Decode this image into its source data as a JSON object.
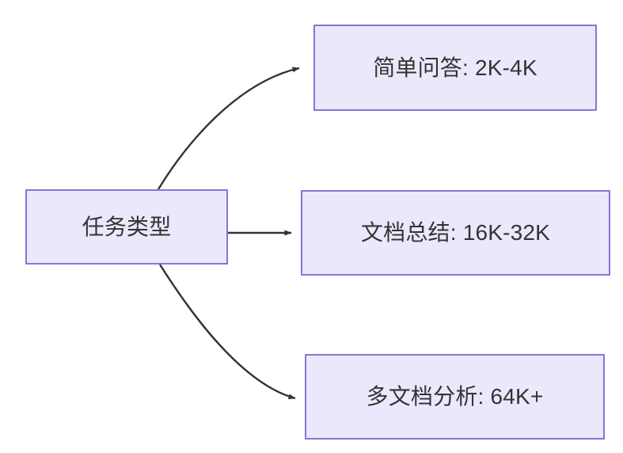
{
  "diagram": {
    "type": "flowchart",
    "direction": "left-to-right",
    "background_color": "#ffffff",
    "node_fill_color": "#eae8fb",
    "node_border_color": "#8d70d8",
    "node_text_color": "#333333",
    "edge_color": "#333333",
    "nodes": [
      {
        "id": "root",
        "label": "任务类型"
      },
      {
        "id": "simple-qa",
        "label": "简单问答: 2K-4K"
      },
      {
        "id": "doc-sum",
        "label": "文档总结: 16K-32K"
      },
      {
        "id": "multi-doc",
        "label": "多文档分析: 64K+"
      }
    ],
    "edges": [
      {
        "id": "edge-root-simple-qa",
        "from": "root",
        "to": "simple-qa",
        "label": "",
        "style": "curved",
        "arrowhead": "filled-triangle"
      },
      {
        "id": "edge-root-doc-sum",
        "from": "root",
        "to": "doc-sum",
        "label": "",
        "style": "straight",
        "arrowhead": "filled-triangle"
      },
      {
        "id": "edge-root-multi-doc",
        "from": "root",
        "to": "multi-doc",
        "label": "",
        "style": "curved",
        "arrowhead": "filled-triangle"
      }
    ]
  }
}
